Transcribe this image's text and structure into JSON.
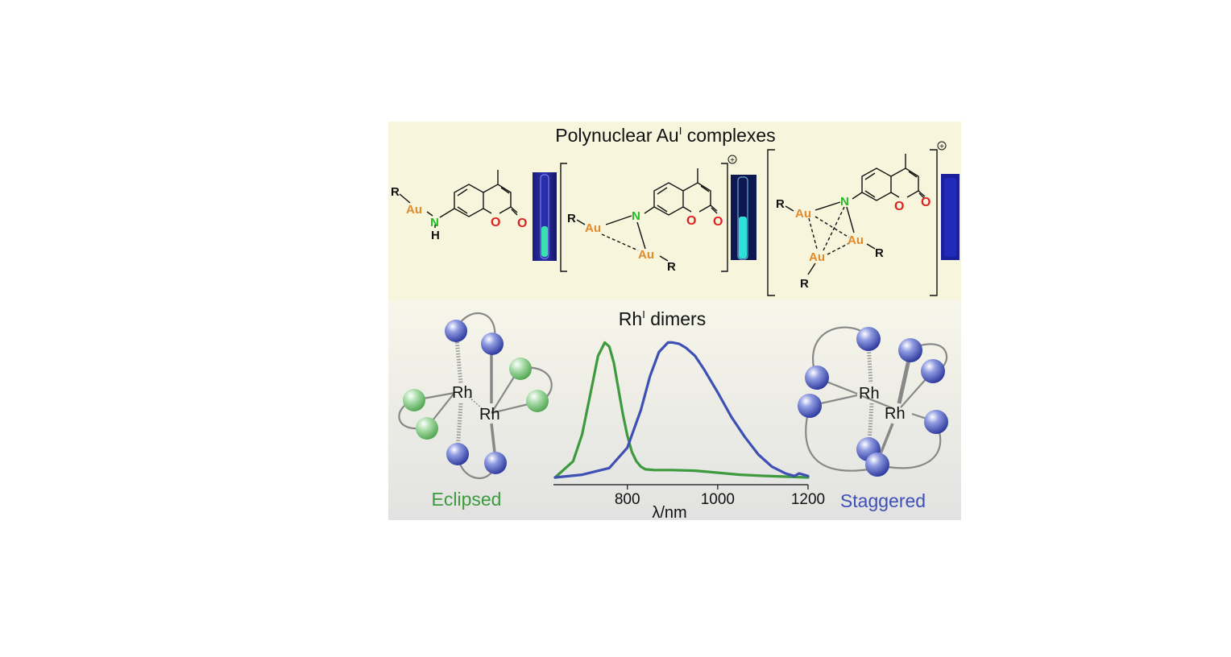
{
  "top_panel": {
    "title_main": "Polynuclear Au",
    "title_sup": "I",
    "title_rest": " complexes",
    "atoms": {
      "R": "R",
      "Au": "Au",
      "N": "N",
      "H": "H",
      "O": "O"
    },
    "charge_symbol": "+"
  },
  "bottom_panel": {
    "title_main": "Rh",
    "title_sup": "I",
    "title_rest": " dimers",
    "metal_label": "Rh",
    "eclipsed_label": "Eclipsed",
    "staggered_label": "Staggered"
  },
  "colors": {
    "top_background": "#f7f6dd",
    "bottom_gradient_top": "#f6f6ea",
    "bottom_gradient_bottom": "#e2e2e2",
    "gold": "#e08a2c",
    "nitrogen": "#22bb22",
    "oxygen": "#dd2222",
    "eclipsed_green": "#3d9a3d",
    "staggered_blue": "#3e50b4",
    "sphere_blue": "#3344aa",
    "sphere_green": "#66bb66"
  },
  "chart_data": {
    "type": "line",
    "xlabel": "λ/nm",
    "ylabel": "",
    "xlim": [
      640,
      1200
    ],
    "ylim": [
      0,
      1.05
    ],
    "x_ticks": [
      800,
      1000,
      1200
    ],
    "grid": false,
    "series": [
      {
        "name": "Eclipsed",
        "color": "#3d9a3d",
        "x": [
          640,
          680,
          700,
          720,
          735,
          750,
          760,
          770,
          780,
          790,
          800,
          810,
          820,
          830,
          840,
          860,
          900,
          950,
          1000,
          1050,
          1100,
          1150,
          1200
        ],
        "y": [
          0.0,
          0.12,
          0.32,
          0.65,
          0.9,
          1.0,
          0.97,
          0.85,
          0.66,
          0.47,
          0.31,
          0.19,
          0.12,
          0.08,
          0.06,
          0.055,
          0.055,
          0.05,
          0.035,
          0.02,
          0.012,
          0.006,
          0.0
        ]
      },
      {
        "name": "Staggered",
        "color": "#3e50b4",
        "x": [
          640,
          700,
          760,
          800,
          830,
          850,
          870,
          890,
          900,
          915,
          930,
          950,
          970,
          1000,
          1030,
          1060,
          1090,
          1120,
          1150,
          1170,
          1180,
          1190,
          1200
        ],
        "y": [
          0.0,
          0.02,
          0.07,
          0.22,
          0.5,
          0.75,
          0.93,
          1.0,
          1.0,
          0.99,
          0.96,
          0.9,
          0.8,
          0.63,
          0.45,
          0.3,
          0.17,
          0.08,
          0.03,
          0.01,
          0.03,
          0.02,
          0.01
        ]
      }
    ]
  }
}
